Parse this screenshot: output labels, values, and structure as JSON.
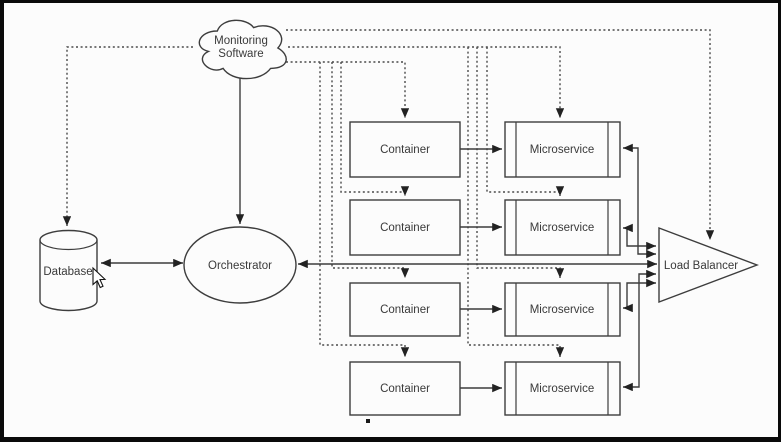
{
  "diagram": {
    "title": "Container orchestration / microservices architecture diagram",
    "nodes": {
      "monitoring": {
        "shape": "cloud",
        "label_line1": "Monitoring",
        "label_line2": "Software"
      },
      "database": {
        "shape": "cylinder",
        "label": "Database"
      },
      "orchestrator": {
        "shape": "ellipse",
        "label": "Orchestrator"
      },
      "load_balancer": {
        "shape": "triangle",
        "label": "Load Balancer"
      },
      "containers": [
        {
          "label": "Container"
        },
        {
          "label": "Container"
        },
        {
          "label": "Container"
        },
        {
          "label": "Container"
        }
      ],
      "microservices": [
        {
          "label": "Microservice"
        },
        {
          "label": "Microservice"
        },
        {
          "label": "Microservice"
        },
        {
          "label": "Microservice"
        }
      ]
    },
    "edges": {
      "solid": [
        {
          "from": "monitoring",
          "to": "orchestrator",
          "arrows": "end"
        },
        {
          "from": "database",
          "to": "orchestrator",
          "arrows": "both"
        },
        {
          "from": "orchestrator",
          "to": "load_balancer",
          "arrows": "both"
        },
        {
          "from": "container-1",
          "to": "microservice-1",
          "arrows": "end"
        },
        {
          "from": "container-2",
          "to": "microservice-2",
          "arrows": "end"
        },
        {
          "from": "container-3",
          "to": "microservice-3",
          "arrows": "end"
        },
        {
          "from": "container-4",
          "to": "microservice-4",
          "arrows": "end"
        },
        {
          "from": "microservice-1",
          "to": "load_balancer",
          "arrows": "both"
        },
        {
          "from": "microservice-2",
          "to": "load_balancer",
          "arrows": "both"
        },
        {
          "from": "microservice-3",
          "to": "load_balancer",
          "arrows": "both"
        },
        {
          "from": "microservice-4",
          "to": "load_balancer",
          "arrows": "both"
        }
      ],
      "dashed_monitoring": [
        {
          "from": "monitoring",
          "to": "database"
        },
        {
          "from": "monitoring",
          "to": "load_balancer"
        },
        {
          "from": "monitoring",
          "to": "container-1"
        },
        {
          "from": "monitoring",
          "to": "container-2"
        },
        {
          "from": "monitoring",
          "to": "container-3"
        },
        {
          "from": "monitoring",
          "to": "container-4"
        },
        {
          "from": "monitoring",
          "to": "microservice-1"
        },
        {
          "from": "monitoring",
          "to": "microservice-2"
        },
        {
          "from": "monitoring",
          "to": "microservice-3"
        },
        {
          "from": "monitoring",
          "to": "microservice-4"
        }
      ]
    },
    "colors": {
      "stroke": "#3d3d3d",
      "dashed_stroke": "#4a4a4a",
      "text": "#3a3a3a",
      "background": "#fcfcfc",
      "frame": "#0a0a0a"
    },
    "cursor": {
      "type": "arrow-pointer",
      "near": "database"
    }
  }
}
